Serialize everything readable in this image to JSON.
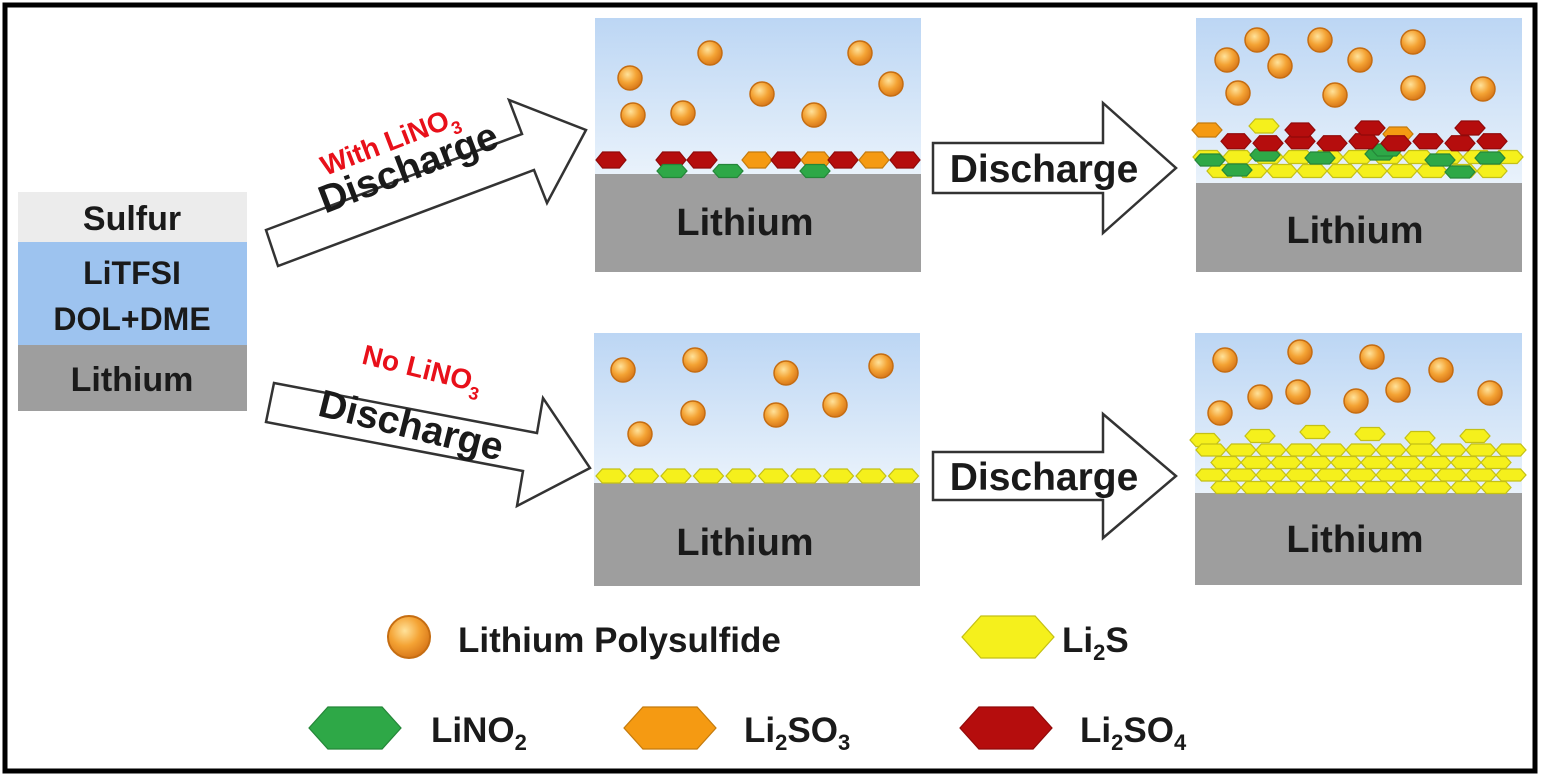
{
  "stack": {
    "sulfur": "Sulfur",
    "electrolyte_line1": "LiTFSI",
    "electrolyte_line2": "DOL+DME",
    "lithium": "Lithium"
  },
  "conditions": {
    "with": {
      "text": "With LiNO",
      "sub": "3"
    },
    "without": {
      "text": "No LiNO",
      "sub": "3"
    }
  },
  "process_label": "Discharge",
  "electrode_label": "Lithium",
  "legend": {
    "polysulfide": "Lithium Polysulfide",
    "li2s": {
      "main": "Li",
      "sub": "2",
      "tail": "S"
    },
    "lino2": {
      "main": "LiNO",
      "sub": "2"
    },
    "li2so3": {
      "main": "Li",
      "sub": "2",
      "tail": "SO",
      "sub2": "3"
    },
    "li2so4": {
      "main": "Li",
      "sub": "2",
      "tail": "SO",
      "sub2": "4"
    }
  },
  "colors": {
    "polysulfide": "#f4a334",
    "li2s": "#f5f01c",
    "lino2": "#2ea847",
    "li2so3": "#f59a12",
    "li2so4": "#b50d0d",
    "lithium": "#9e9e9e",
    "electrolyte_top": "#bcd6f4",
    "electrolyte_bottom": "#e6f0fa",
    "sulfur": "#ececec",
    "condition_text": "#e8101a"
  }
}
